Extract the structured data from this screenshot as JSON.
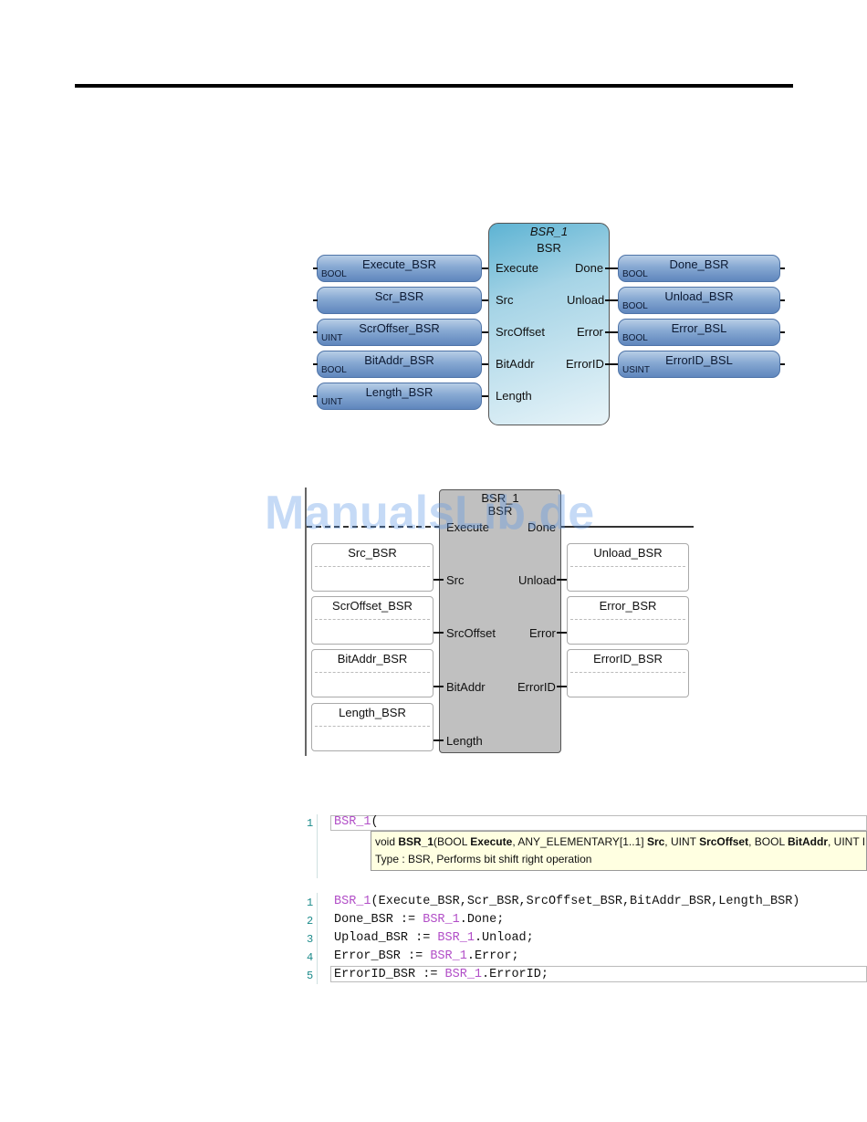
{
  "fbd": {
    "instance": "BSR_1",
    "type": "BSR",
    "inputs": [
      {
        "pin": "Execute",
        "var": "Execute_BSR",
        "dtype": "BOOL"
      },
      {
        "pin": "Src",
        "var": "Scr_BSR",
        "dtype": ""
      },
      {
        "pin": "SrcOffset",
        "var": "ScrOffser_BSR",
        "dtype": "UINT"
      },
      {
        "pin": "BitAddr",
        "var": "BitAddr_BSR",
        "dtype": "BOOL"
      },
      {
        "pin": "Length",
        "var": "Length_BSR",
        "dtype": "UINT"
      }
    ],
    "outputs": [
      {
        "pin": "Done",
        "var": "Done_BSR",
        "dtype": "BOOL"
      },
      {
        "pin": "Unload",
        "var": "Unload_BSR",
        "dtype": "BOOL"
      },
      {
        "pin": "Error",
        "var": "Error_BSL",
        "dtype": "BOOL"
      },
      {
        "pin": "ErrorID",
        "var": "ErrorID_BSL",
        "dtype": "USINT"
      }
    ]
  },
  "ld": {
    "instance": "BSR_1",
    "type": "BSR",
    "top_left_pin": "Execute",
    "top_right_pin": "Done",
    "inputs": [
      {
        "pin": "Src",
        "var": "Src_BSR"
      },
      {
        "pin": "SrcOffset",
        "var": "ScrOffset_BSR"
      },
      {
        "pin": "BitAddr",
        "var": "BitAddr_BSR"
      },
      {
        "pin": "Length",
        "var": "Length_BSR"
      }
    ],
    "outputs": [
      {
        "pin": "Unload",
        "var": "Unload_BSR"
      },
      {
        "pin": "Error",
        "var": "Error_BSR"
      },
      {
        "pin": "ErrorID",
        "var": "ErrorID_BSR"
      }
    ]
  },
  "watermark": "ManualsLib.de",
  "st_editor_1": {
    "line_number": "1",
    "code_fb": "BSR_1",
    "code_rest": "(",
    "tooltip_prefix": "void ",
    "tooltip_name": "BSR_1",
    "tooltip_sig_a": "(BOOL ",
    "tooltip_p1": "Execute",
    "tooltip_sig_b": ", ANY_ELEMENTARY[1..1] ",
    "tooltip_p2": "Src",
    "tooltip_sig_c": ", UINT ",
    "tooltip_p3": "SrcOffset",
    "tooltip_sig_d": ", BOOL ",
    "tooltip_p4": "BitAddr",
    "tooltip_sig_e": ", UINT I",
    "tooltip_line2": "Type : BSR, Performs bit shift right operation"
  },
  "st_editor_2": [
    {
      "n": "1",
      "pre": "",
      "fb": "BSR_1",
      "post": "(Execute_BSR,Scr_BSR,SrcOffset_BSR,BitAddr_BSR,Length_BSR)"
    },
    {
      "n": "2",
      "pre": "Done_BSR := ",
      "fb": "BSR_1",
      "post": ".Done;"
    },
    {
      "n": "3",
      "pre": "Upload_BSR := ",
      "fb": "BSR_1",
      "post": ".Unload;"
    },
    {
      "n": "4",
      "pre": "Error_BSR := ",
      "fb": "BSR_1",
      "post": ".Error;"
    },
    {
      "n": "5",
      "pre": "ErrorID_BSR := ",
      "fb": "BSR_1",
      "post": ".ErrorID;"
    }
  ]
}
